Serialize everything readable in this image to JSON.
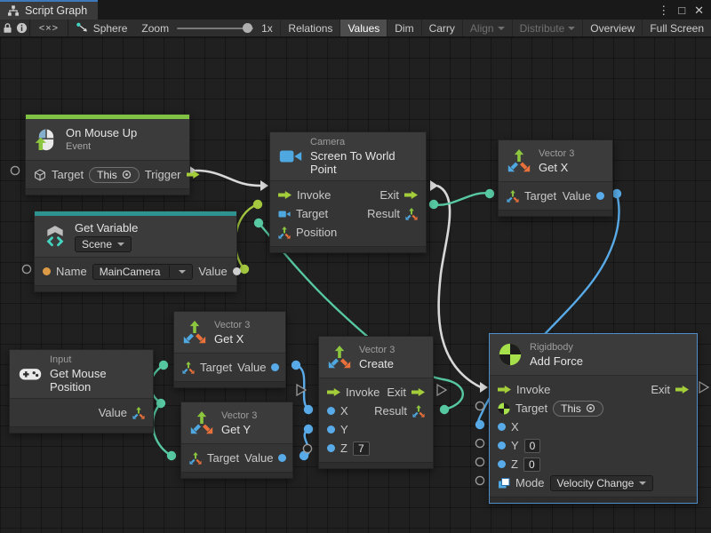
{
  "window": {
    "tab": "Script Graph"
  },
  "icons": {
    "menu": "⋮",
    "maximize": "□",
    "close": "✕",
    "code": "<×>"
  },
  "toolbar": {
    "graph_label": "Sphere",
    "zoom_label": "Zoom",
    "zoom_level": "1x",
    "relations": "Relations",
    "values": "Values",
    "dim": "Dim",
    "carry": "Carry",
    "align": "Align",
    "distribute": "Distribute",
    "overview": "Overview",
    "full_screen": "Full Screen"
  },
  "nodes": {
    "on_mouse_up": {
      "title": "On Mouse Up",
      "subtitle": "Event",
      "target": "Target",
      "target_value": "This",
      "trigger": "Trigger"
    },
    "get_variable": {
      "title": "Get Variable",
      "kind": "Scene",
      "name": "Name",
      "name_value": "MainCamera",
      "value": "Value"
    },
    "screen_to_world": {
      "category": "Camera",
      "title": "Screen To World Point",
      "invoke": "Invoke",
      "exit": "Exit",
      "target": "Target",
      "result": "Result",
      "position": "Position"
    },
    "get_x_a": {
      "category": "Vector 3",
      "title": "Get X",
      "target": "Target",
      "value": "Value"
    },
    "get_x_b": {
      "category": "Vector 3",
      "title": "Get X",
      "target": "Target",
      "value": "Value"
    },
    "get_y": {
      "category": "Vector 3",
      "title": "Get Y",
      "target": "Target",
      "value": "Value"
    },
    "create_vector": {
      "category": "Vector 3",
      "title": "Create",
      "invoke": "Invoke",
      "exit": "Exit",
      "x": "X",
      "y": "Y",
      "z": "Z",
      "z_value": "7",
      "result": "Result"
    },
    "get_mouse_position": {
      "category": "Input",
      "title": "Get Mouse Position",
      "value": "Value"
    },
    "add_force": {
      "category": "Rigidbody",
      "title": "Add Force",
      "invoke": "Invoke",
      "exit": "Exit",
      "target": "Target",
      "target_value": "This",
      "x": "X",
      "y": "Y",
      "y_value": "0",
      "z": "Z",
      "z_value": "0",
      "mode": "Mode",
      "mode_value": "Velocity Change"
    }
  },
  "wires": [
    {
      "from": "on-mouse-up.trigger",
      "to": "screen-to-world.invoke",
      "type": "flow"
    },
    {
      "from": "get-variable.value",
      "to": "screen-to-world.target",
      "type": "object"
    },
    {
      "from": "create-vector.result",
      "to": "screen-to-world.position",
      "type": "vector3"
    },
    {
      "from": "screen-to-world.exit",
      "to": "add-force.invoke",
      "type": "flow"
    },
    {
      "from": "screen-to-world.result",
      "to": "get-x-a.target",
      "type": "vector3"
    },
    {
      "from": "get-x-a.value",
      "to": "add-force.x",
      "type": "float"
    },
    {
      "from": "get-mouse-position.value",
      "to": "get-x-b.target",
      "type": "vector3"
    },
    {
      "from": "get-mouse-position.value",
      "to": "get-y.target",
      "type": "vector3"
    },
    {
      "from": "get-x-b.value",
      "to": "create-vector.x",
      "type": "float"
    },
    {
      "from": "get-y.value",
      "to": "create-vector.y",
      "type": "float"
    }
  ],
  "colors": {
    "flow_wire": "#d8d8d8",
    "vector_wire": "#57c9a2",
    "float_wire": "#58abe8",
    "object_wire": "#a4c93f",
    "accent_event": "#7fc243",
    "accent_variable": "#2e9390",
    "selection": "#4d8ecb",
    "port_orange": "#de9b45"
  }
}
